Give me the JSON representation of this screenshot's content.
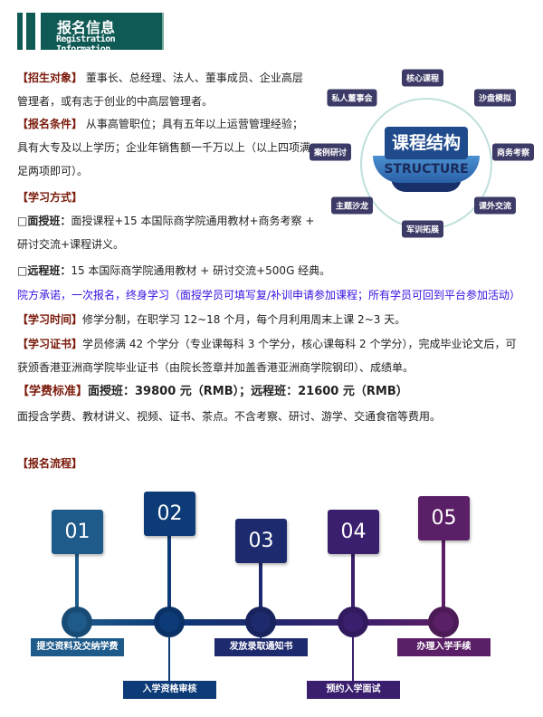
{
  "header": {
    "title": "报名信息",
    "subtitle": "Registration Information"
  },
  "sections": {
    "target_label": "【招生对象】",
    "target_text1": " 董事长、总经理、法人、董事成员、企业高层",
    "target_text2": "管理者，或有志于创业的中高层管理者。",
    "cond_label": "【报名条件】",
    "cond_text1": " 从事高管职位；具有五年以上运营管理经验；",
    "cond_text2": "具有大专及以上学历；企业年销售额一千万以上（以上四项满",
    "cond_text3": "足两项即可）。",
    "mode_label": "【学习方式】",
    "f2f_label": "□面授班：",
    "f2f_text1": "面授课程+15 本国际商学院通用教材+商务考察 +",
    "f2f_text2": "研讨交流+课程讲义。",
    "remote_label": "□远程班：",
    "remote_text": "15 本国际商学院通用教材 + 研讨交流+500G 经典。",
    "promise": "院方承诺，一次报名，终身学习（面授学员可填写复/补训申请参加课程；所有学员可回到平台参加活动）",
    "time_label": "【学习时间】",
    "time_text": "修学分制，在职学习 12~18 个月，每个月利用周末上课 2~3 天。",
    "cert_label": "【学习证书】",
    "cert_text1": "学员修满 42 个学分（专业课每科 3 个学分，核心课每科 2 个学分），完成毕业论文后，可",
    "cert_text2": "获颁香港亚洲商学院毕业证书（由院长签章并加盖香港亚洲商学院钢印）、成绩单。",
    "fee_label": "【学费标准】",
    "fee_text": "面授班：39800 元（RMB）；远程班：21600 元（RMB）",
    "fee_note": "面授含学费、教材讲义、视频、证书、茶点。不含考察、研讨、游学、交通食宿等费用。",
    "process_label": "【报名流程】"
  },
  "structure": {
    "title": "课程结构",
    "subtitle": "STRUCTURE",
    "items": [
      "核心课程",
      "沙盘模拟",
      "商务考察",
      "课外交流",
      "军训拓展",
      "主题沙龙",
      "案例研讨",
      "私人董事会"
    ]
  },
  "steps": [
    {
      "num": "01",
      "label": "提交资料及交纳学费",
      "color": "#1e5a8a"
    },
    {
      "num": "02",
      "label": "入学资格审核",
      "color": "#0d3b78"
    },
    {
      "num": "03",
      "label": "发放录取通知书",
      "color": "#1e2a6e"
    },
    {
      "num": "04",
      "label": "预约入学面试",
      "color": "#3a1f6e"
    },
    {
      "num": "05",
      "label": "办理入学手续",
      "color": "#5a1f66"
    }
  ]
}
